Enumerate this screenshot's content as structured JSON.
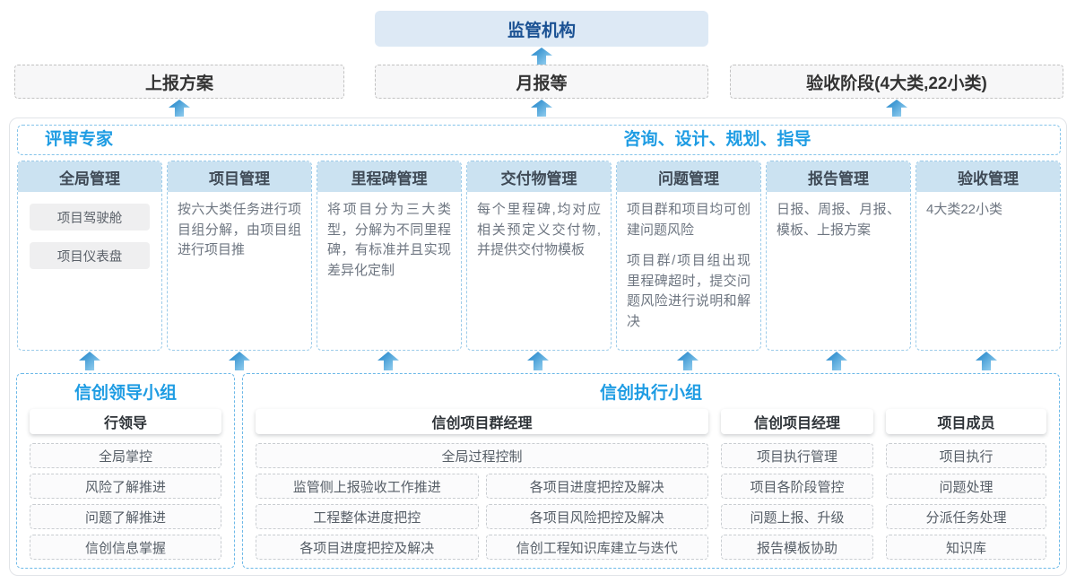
{
  "top": {
    "regulator": "监管机构",
    "outputs": [
      "上报方案",
      "月报等",
      "验收阶段(4大类,22小类)"
    ]
  },
  "middle": {
    "left_header": "评审专家",
    "right_header": "咨询、设计、规划、指导",
    "columns": [
      {
        "title": "全局管理",
        "chips": [
          "项目驾驶舱",
          "项目仪表盘"
        ]
      },
      {
        "title": "项目管理",
        "body": "按六大类任务进行项目组分解，由项目组进行项目推"
      },
      {
        "title": "里程碑管理",
        "body": "将项目分为三大类型，分解为不同里程碑，有标准并且实现差异化定制"
      },
      {
        "title": "交付物管理",
        "body": "每个里程碑,均对应相关预定义交付物,并提供交付物模板"
      },
      {
        "title": "问题管理",
        "body": "项目群和项目均可创建问题风险",
        "body2": "项目群/项目组出现里程碑超时，提交问题风险进行说明和解决"
      },
      {
        "title": "报告管理",
        "body": "日报、周报、月报、模板、上报方案"
      },
      {
        "title": "验收管理",
        "body": "4大类22小类"
      }
    ]
  },
  "bottom": {
    "lead_group": {
      "title": "信创领导小组",
      "role": "行领导",
      "items": [
        "全局掌控",
        "风险了解推进",
        "问题了解推进",
        "信创信息掌握"
      ]
    },
    "exec_group": {
      "title": "信创执行小组",
      "pg_manager": {
        "role": "信创项目群经理",
        "full_item": "全局过程控制",
        "left_items": [
          "监管侧上报验收工作推进",
          "工程整体进度把控",
          "各项目进度把控及解决"
        ],
        "right_items": [
          "各项目进度把控及解决",
          "各项目风险把控及解决",
          "信创工程知识库建立与迭代"
        ]
      },
      "pm": {
        "role": "信创项目经理",
        "items": [
          "项目执行管理",
          "项目各阶段管控",
          "问题上报、升级",
          "报告模板协助"
        ]
      },
      "member": {
        "role": "项目成员",
        "items": [
          "项目执行",
          "问题处理",
          "分派任务处理",
          "知识库"
        ]
      }
    }
  },
  "colors": {
    "accent_blue": "#1e9ce3",
    "regulator_text": "#1a5193",
    "regulator_bg": "#dde9f5",
    "column_header_bg": "#cbe2f1",
    "arrow_gradient_start": "#2b8ccd",
    "arrow_gradient_end": "#9fd6f3"
  }
}
